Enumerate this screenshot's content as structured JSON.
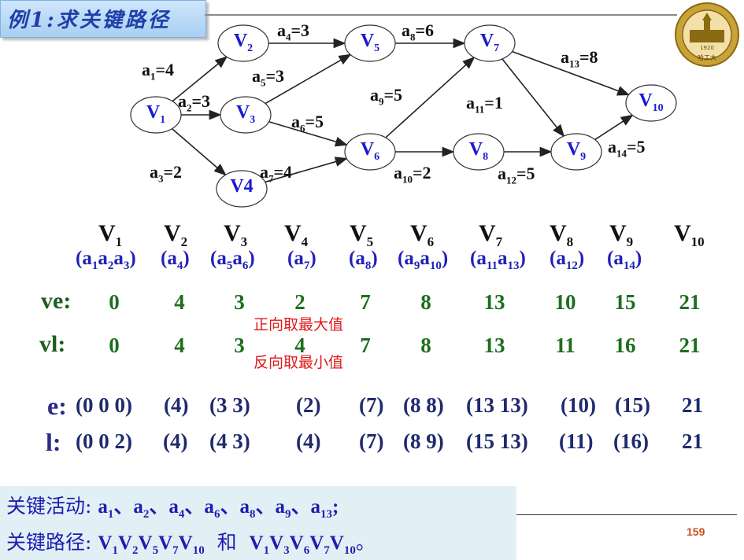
{
  "title": "例1:求关键路径",
  "graph": {
    "nodes": [
      {
        "id": "V1",
        "base": "V",
        "sub": "1"
      },
      {
        "id": "V2",
        "base": "V",
        "sub": "2"
      },
      {
        "id": "V3",
        "base": "V",
        "sub": "3"
      },
      {
        "id": "V4",
        "base": "V4",
        "sub": ""
      },
      {
        "id": "V5",
        "base": "V",
        "sub": "5"
      },
      {
        "id": "V6",
        "base": "V",
        "sub": "6"
      },
      {
        "id": "V7",
        "base": "V",
        "sub": "7"
      },
      {
        "id": "V8",
        "base": "V",
        "sub": "8"
      },
      {
        "id": "V9",
        "base": "V",
        "sub": "9"
      },
      {
        "id": "V10",
        "base": "V",
        "sub": "10"
      }
    ],
    "edges": [
      {
        "from": "V1",
        "to": "V2",
        "name": "a",
        "sub": "1",
        "weight": "=4"
      },
      {
        "from": "V1",
        "to": "V3",
        "name": "a",
        "sub": "2",
        "weight": "=3"
      },
      {
        "from": "V1",
        "to": "V4",
        "name": "a",
        "sub": "3",
        "weight": "=2"
      },
      {
        "from": "V2",
        "to": "V5",
        "name": "a",
        "sub": "4",
        "weight": "=3"
      },
      {
        "from": "V3",
        "to": "V5",
        "name": "a",
        "sub": "5",
        "weight": "=3"
      },
      {
        "from": "V3",
        "to": "V6",
        "name": "a",
        "sub": "6",
        "weight": "=5"
      },
      {
        "from": "V4",
        "to": "V6",
        "name": "a",
        "sub": "7",
        "weight": "=4"
      },
      {
        "from": "V5",
        "to": "V7",
        "name": "a",
        "sub": "8",
        "weight": "=6"
      },
      {
        "from": "V6",
        "to": "V7",
        "name": "a",
        "sub": "9",
        "weight": "=5"
      },
      {
        "from": "V6",
        "to": "V8",
        "name": "a",
        "sub": "10",
        "weight": "=2"
      },
      {
        "from": "V7",
        "to": "V9",
        "name": "a",
        "sub": "11",
        "weight": "=1"
      },
      {
        "from": "V8",
        "to": "V9",
        "name": "a",
        "sub": "12",
        "weight": "=5"
      },
      {
        "from": "V7",
        "to": "V10",
        "name": "a",
        "sub": "13",
        "weight": "=8"
      },
      {
        "from": "V9",
        "to": "V10",
        "name": "a",
        "sub": "14",
        "weight": "=5"
      }
    ]
  },
  "table": {
    "vertices": [
      {
        "base": "V",
        "sub": "1"
      },
      {
        "base": "V",
        "sub": "2"
      },
      {
        "base": "V",
        "sub": "3"
      },
      {
        "base": "V",
        "sub": "4"
      },
      {
        "base": "V",
        "sub": "5"
      },
      {
        "base": "V",
        "sub": "6"
      },
      {
        "base": "V",
        "sub": "7"
      },
      {
        "base": "V",
        "sub": "8"
      },
      {
        "base": "V",
        "sub": "9"
      },
      {
        "base": "V",
        "sub": "10"
      }
    ],
    "activities": [
      [
        "1",
        "2",
        "3"
      ],
      [
        "4"
      ],
      [
        "5",
        "6"
      ],
      [
        "7"
      ],
      [
        "8"
      ],
      [
        "9",
        "10"
      ],
      [
        "11",
        "13"
      ],
      [
        "12"
      ],
      [
        "14"
      ]
    ],
    "ve_label": "ve:",
    "vl_label": "vl:",
    "ve": [
      "0",
      "4",
      "3",
      "2",
      "7",
      "8",
      "13",
      "10",
      "15",
      "21"
    ],
    "vl": [
      "0",
      "4",
      "3",
      "4",
      "7",
      "8",
      "13",
      "11",
      "16",
      "21"
    ],
    "ve_note": "正向取最大值",
    "vl_note": "反向取最小值",
    "e_label": "e:",
    "l_label": "l:",
    "e": [
      "(0  0  0)",
      "(4)",
      "(3  3)",
      "(2)",
      "(7)",
      "(8  8)",
      "(13  13)",
      "(10)",
      "(15)",
      "21"
    ],
    "l": [
      "(0  0  2)",
      "(4)",
      "(4  3)",
      "(4)",
      "(7)",
      "(8  9)",
      "(15  13)",
      "(11)",
      "(16)",
      "21"
    ]
  },
  "critical_activities": {
    "label": "关键活动:",
    "items": [
      "1",
      "2",
      "4",
      "6",
      "8",
      "9",
      "13"
    ],
    "separator": "、",
    "tail": ";"
  },
  "critical_paths": {
    "label": "关键路径:",
    "path1": [
      "1",
      "2",
      "5",
      "7",
      "10"
    ],
    "conj": "和",
    "path2": [
      "1",
      "3",
      "6",
      "7",
      "10"
    ],
    "tail": "。"
  },
  "logo_year": "1920",
  "logo_text": "哈工大",
  "page_number": "159",
  "colors": {
    "node_text": "#1a1ad0",
    "value_green": "#1e6e1e",
    "note_red": "#e01818",
    "page_number": "#c8501a"
  }
}
